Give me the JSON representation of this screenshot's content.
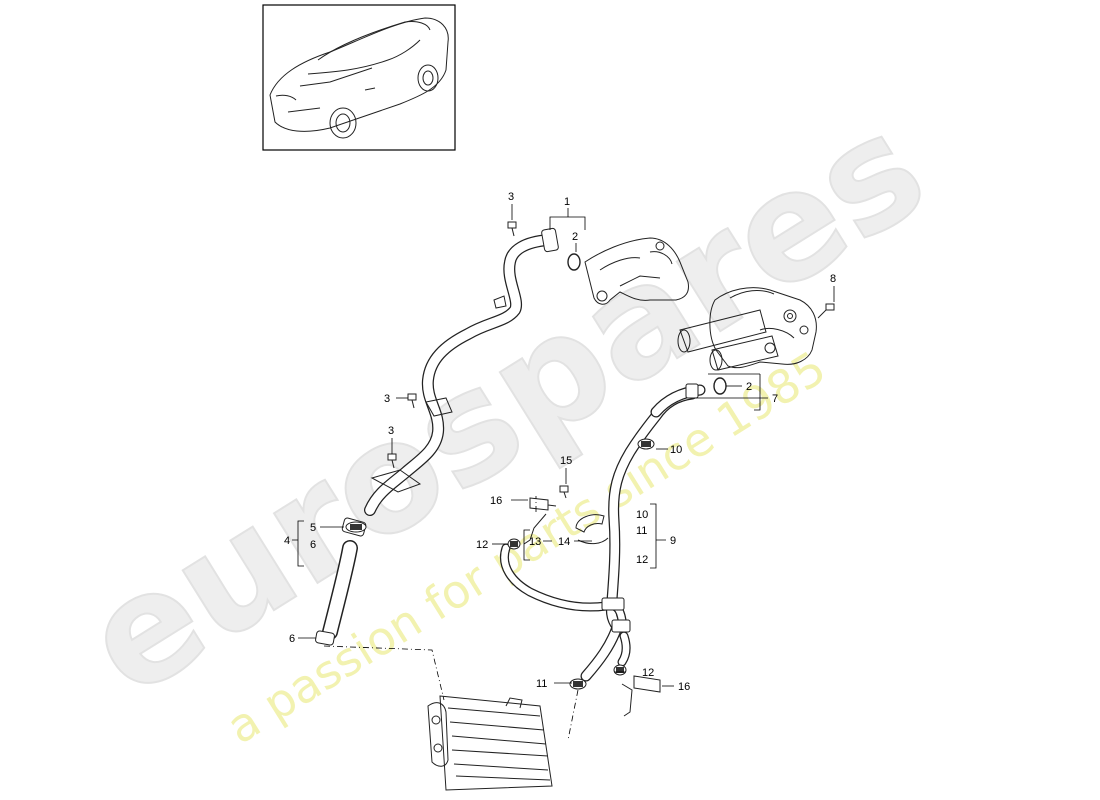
{
  "watermark": {
    "brand": "eurospares",
    "tagline": "a passion for parts since 1985"
  },
  "callouts": {
    "c1": "1",
    "c2a": "2",
    "c3a": "3",
    "c8": "8",
    "c2b": "2",
    "c7": "7",
    "c3b": "3",
    "c3c": "3",
    "c10a": "10",
    "c15": "15",
    "c16a": "16",
    "c10b": "10",
    "c11a": "11",
    "c9": "9",
    "c12a": "12",
    "c4": "4",
    "c5": "5",
    "c6a": "6",
    "c12b": "12",
    "c13": "13",
    "c14": "14",
    "c6b": "6",
    "c11b": "11",
    "c12c": "12",
    "c16b": "16"
  },
  "colors": {
    "line": "#222222",
    "watermark_grey": "#eeeeee",
    "watermark_yellow": "#f2f2b0"
  },
  "icons": {
    "thumbnail": "car-thumbnail-icon",
    "bolt": "bolt-icon",
    "clamp": "hose-clamp-icon",
    "oring": "o-ring-icon"
  }
}
